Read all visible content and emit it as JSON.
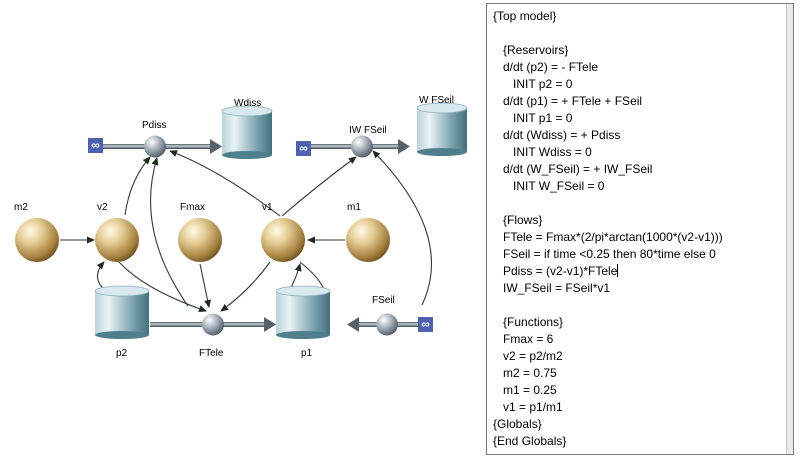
{
  "diagram": {
    "reservoirs": [
      {
        "id": "Wdiss",
        "label": "Wdiss"
      },
      {
        "id": "WFSeil",
        "label": "W FSeil"
      },
      {
        "id": "p2",
        "label": "p2"
      },
      {
        "id": "p1",
        "label": "p1"
      }
    ],
    "flows": [
      {
        "id": "Pdiss",
        "label": "Pdiss"
      },
      {
        "id": "IWFSeil",
        "label": "IW FSeil"
      },
      {
        "id": "FTele",
        "label": "FTele"
      },
      {
        "id": "FSeil",
        "label": "FSeil"
      }
    ],
    "variables": [
      {
        "id": "m2",
        "label": "m2"
      },
      {
        "id": "v2",
        "label": "v2"
      },
      {
        "id": "Fmax",
        "label": "Fmax"
      },
      {
        "id": "v1",
        "label": "v1"
      },
      {
        "id": "m1",
        "label": "m1"
      }
    ],
    "cloud_symbol": "∞"
  },
  "code": {
    "lines": [
      "{Top model}",
      "",
      "   {Reservoirs}",
      "   d/dt (p2) = - FTele",
      "      INIT p2 = 0",
      "   d/dt (p1) = + FTele + FSeil",
      "      INIT p1 = 0",
      "   d/dt (Wdiss) = + Pdiss",
      "      INIT Wdiss = 0",
      "   d/dt (W_FSeil) = + IW_FSeil",
      "      INIT W_FSeil = 0",
      "",
      "   {Flows}",
      "   FTele = Fmax*(2/pi*arctan(1000*(v2-v1)))",
      "   FSeil = if time <0.25 then 80*time else 0",
      "   Pdiss = (v2-v1)*FTele",
      "   IW_FSeil = FSeil*v1",
      "",
      "   {Functions}",
      "   Fmax = 6",
      "   v2 = p2/m2",
      "   m2 = 0.75",
      "   m1 = 0.25",
      "   v1 = p1/m1",
      "{Globals}",
      "{End Globals}"
    ],
    "caret_line": 15
  }
}
